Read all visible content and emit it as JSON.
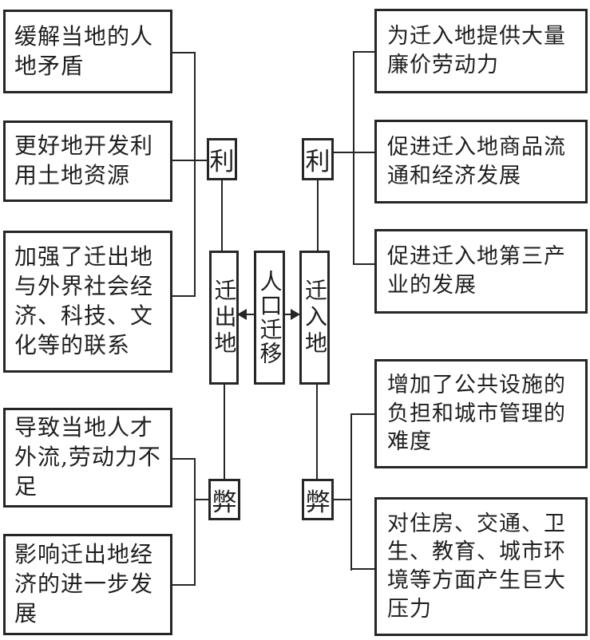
{
  "colors": {
    "line": "#262626",
    "background": "#ffffff"
  },
  "diagram": {
    "center_node": "人口迁移",
    "outflow": {
      "node": "迁出地",
      "pros_label": "利",
      "cons_label": "弊",
      "pros": [
        "缓解当地的人地矛盾",
        "更好地开发利用土地资源",
        "加强了迁出地与外界社会经济、科技、文化等的联系"
      ],
      "cons": [
        "导致当地人才外流,劳动力不足",
        "影响迁出地经济的进一步发展"
      ]
    },
    "inflow": {
      "node": "迁入地",
      "pros_label": "利",
      "cons_label": "弊",
      "pros": [
        "为迁入地提供大量廉价劳动力",
        "促进迁入地商品流通和经济发展",
        "促进迁入地第三产业的发展"
      ],
      "cons": [
        "增加了公共设施的负担和城市管理的难度",
        "对住房、交通、卫生、教育、城市环境等方面产生巨大压力"
      ]
    }
  }
}
